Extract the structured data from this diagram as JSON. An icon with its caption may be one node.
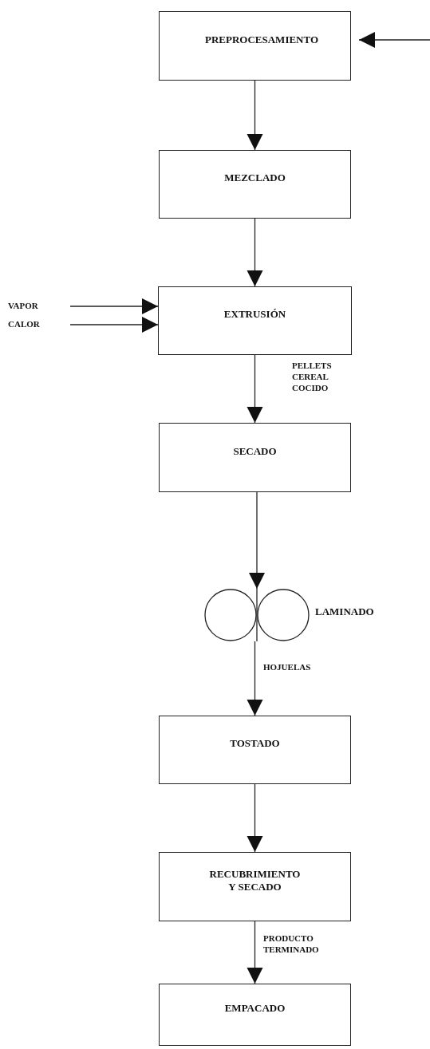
{
  "diagram": {
    "nodes": [
      {
        "text": [
          "PREPROCESAMIENTO"
        ]
      },
      {
        "text": [
          "MEZCLADO"
        ]
      },
      {
        "text": [
          "VAPOR"
        ]
      },
      {
        "text": [
          "EXTRUSIÓN"
        ]
      },
      {
        "text": [
          "CALOR"
        ]
      },
      {
        "text": [
          "SECADO"
        ]
      },
      {
        "text": [],
        "shape": "picture",
        "beside": [
          "LAMINADO"
        ]
      },
      {
        "text": [
          "TOSTADO"
        ]
      },
      {
        "text": [
          "RECUBRIMIENTO Y SECADO"
        ]
      },
      {
        "text": [
          "EMPACADO"
        ]
      }
    ],
    "edges": [
      {
        "from": null,
        "to": 0,
        "arrow": "to"
      },
      {
        "from": 0,
        "to": 1,
        "arrow": "to"
      },
      {
        "from": 1,
        "to": 3,
        "arrow": "to"
      },
      {
        "from": 2,
        "to": 3,
        "arrow": "to"
      },
      {
        "from": 4,
        "to": 3,
        "arrow": "to"
      },
      {
        "from": 3,
        "to": 5,
        "arrow": "to",
        "label": "PELLETS CEREAL COCIDO"
      },
      {
        "from": 5,
        "to": 6,
        "arrow": "to"
      },
      {
        "from": 6,
        "to": 7,
        "arrow": "to",
        "label": "HOJUELAS"
      },
      {
        "from": 7,
        "to": 8,
        "arrow": "to"
      },
      {
        "from": 8,
        "to": 9,
        "arrow": "to",
        "label": "PRODUCTO TERMINADO"
      }
    ]
  }
}
